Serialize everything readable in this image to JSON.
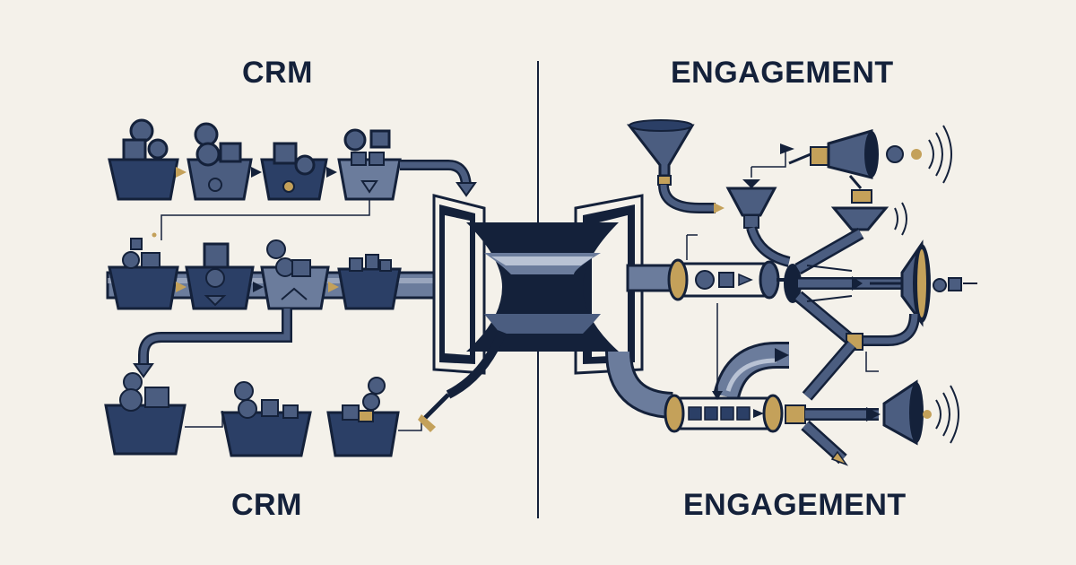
{
  "labels": {
    "crm_top": "CRM",
    "crm_bottom": "CRM",
    "engagement_top": "ENGAGEMENT",
    "engagement_bottom": "ENGAGEMENT"
  },
  "colors": {
    "background": "#f4f1ea",
    "navy": "#14213a",
    "slate": "#4b5d80",
    "steel": "#6b7c9c",
    "light_steel": "#b8c2d4",
    "gold": "#c4a15a"
  },
  "icons": [
    "basket-icon",
    "person-icon",
    "box-icon",
    "arrow-icon",
    "funnel-icon",
    "megaphone-icon",
    "sound-waves-icon",
    "pipe-icon",
    "connector-icon"
  ]
}
